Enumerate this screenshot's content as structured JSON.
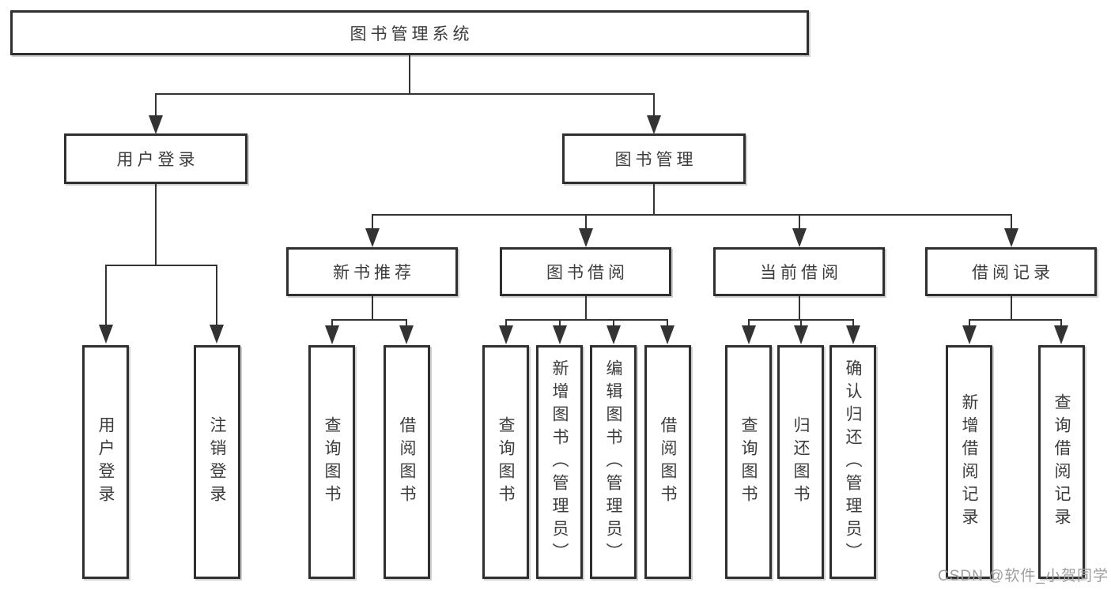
{
  "nodes": {
    "root": "图书管理系统",
    "user_login": "用户登录",
    "book_management": "图书管理",
    "new_book_recommend": "新书推荐",
    "book_borrow": "图书借阅",
    "current_borrow": "当前借阅",
    "borrow_record": "借阅记录",
    "leaves": {
      "user_login": [
        "用户登录",
        "注销登录"
      ],
      "new_book_recommend": [
        "查询图书",
        "借阅图书"
      ],
      "book_borrow": [
        "查询图书",
        "新增图书（管理员）",
        "编辑图书（管理员）",
        "借阅图书"
      ],
      "current_borrow": [
        "查询图书",
        "归还图书",
        "确认归还（管理员）"
      ],
      "borrow_record": [
        "新增借阅记录",
        "查询借阅记录"
      ]
    }
  },
  "watermark": "CSDN @软件_小贺同学",
  "colors": {
    "line": "#333333",
    "border": "#2f2f2f",
    "text": "#3c3c3c",
    "watermark": "#9e9e9e",
    "bg": "#ffffff"
  }
}
